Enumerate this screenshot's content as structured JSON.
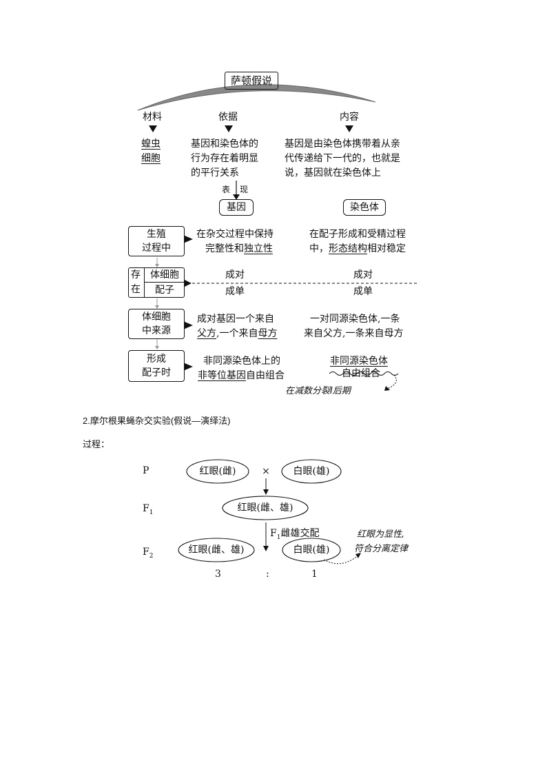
{
  "top": {
    "title": "萨顿假说",
    "cat_material": "材料",
    "cat_basis": "依据",
    "cat_content": "内容",
    "material": [
      "蝗虫",
      "细胞"
    ],
    "basis": [
      "基因和染色体的",
      "行为存在着明显",
      "的平行关系"
    ],
    "content": [
      "基因是由染色体携带着从亲",
      "代传递给下一代的，也就是",
      "说，基因就在染色体上"
    ],
    "manifest_a": "表",
    "manifest_b": "现",
    "gene": "基因",
    "chromosome": "染色体"
  },
  "rows": {
    "r1_label": [
      "生殖",
      "过程中"
    ],
    "r1_gene_a": "在杂交过程中保持",
    "r1_gene_b1": "完整性和",
    "r1_gene_b2": "独立性",
    "r1_chrom_a": "在配子形成和受精过程",
    "r1_chrom_b1": "中，",
    "r1_chrom_b2": "形态结构",
    "r1_chrom_b3": "相对稳定",
    "r2_exist": [
      "存",
      "在"
    ],
    "r2_somatic": "体细胞",
    "r2_gamete": "配子",
    "r2_gene_pair": "成对",
    "r2_gene_single": "成单",
    "r2_chrom_pair": "成对",
    "r2_chrom_single": "成单",
    "r3_label": [
      "体细胞",
      "中来源"
    ],
    "r3_gene_a": "成对基因一个来自",
    "r3_gene_b1": "父方",
    "r3_gene_b2": ",一个来自",
    "r3_gene_b3": "母方",
    "r3_chrom_a": "一对同源染色体,一条",
    "r3_chrom_b": "来自父方,一条来自母方",
    "r4_label": [
      "形成",
      "配子时"
    ],
    "r4_gene_a": "非同源染色体上的",
    "r4_gene_b1": "非等位基因",
    "r4_gene_b2": "自由组合",
    "r4_chrom_a": "非同源染色体",
    "r4_chrom_b": "自由组合",
    "r4_note": "在减数分裂Ⅰ后期"
  },
  "section2": {
    "heading": "2.摩尔根果蝇杂交实验(假说—演绎法)",
    "process": "过程："
  },
  "cross": {
    "p": "P",
    "f1": "F",
    "f1_sub": "1",
    "f2": "F",
    "f2_sub": "2",
    "p_female": "红眼(雌)",
    "cross_sign": "×",
    "p_male": "白眼(雄)",
    "f1_result": "红眼(雌、雄)",
    "f1_mating_pre": "F",
    "f1_mating_sub": "1",
    "f1_mating": "雌雄交配",
    "f2_red": "红眼(雌、雄)",
    "f2_white": "白眼(雄)",
    "ratio_red": "3",
    "ratio_colon": ":",
    "ratio_white": "1",
    "note_a": "红眼为显性,",
    "note_b": "符合分离定律"
  }
}
